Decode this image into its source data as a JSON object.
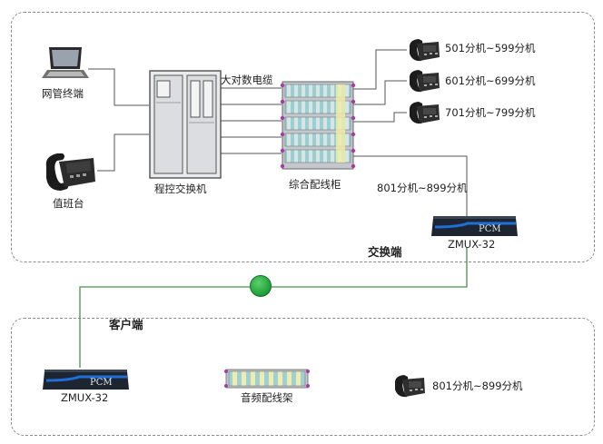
{
  "exchange_side": {
    "title": "交换端",
    "network_terminal": "网管终端",
    "attendant_console": "值班台",
    "pbx": "程控交换机",
    "big_pair_cable": "大对数电缆",
    "distribution_cabinet": "综合配线柜",
    "extensions": [
      "501分机~599分机",
      "601分机~699分机",
      "701分机~799分机"
    ],
    "pcm_extensions": "801分机~899分机",
    "pcm_device_label": "PCM",
    "pcm_model": "ZMUX-32"
  },
  "client_side": {
    "title": "客户端",
    "pcm_device_label": "PCM",
    "pcm_model": "ZMUX-32",
    "audio_frame": "音频配线架",
    "extensions": "801分机~899分机"
  },
  "colors": {
    "link": "#4a8f4a",
    "node": "#1fa33a",
    "pcm_body": "#1d2530",
    "pcm_stripe": "#1e6fd9"
  }
}
